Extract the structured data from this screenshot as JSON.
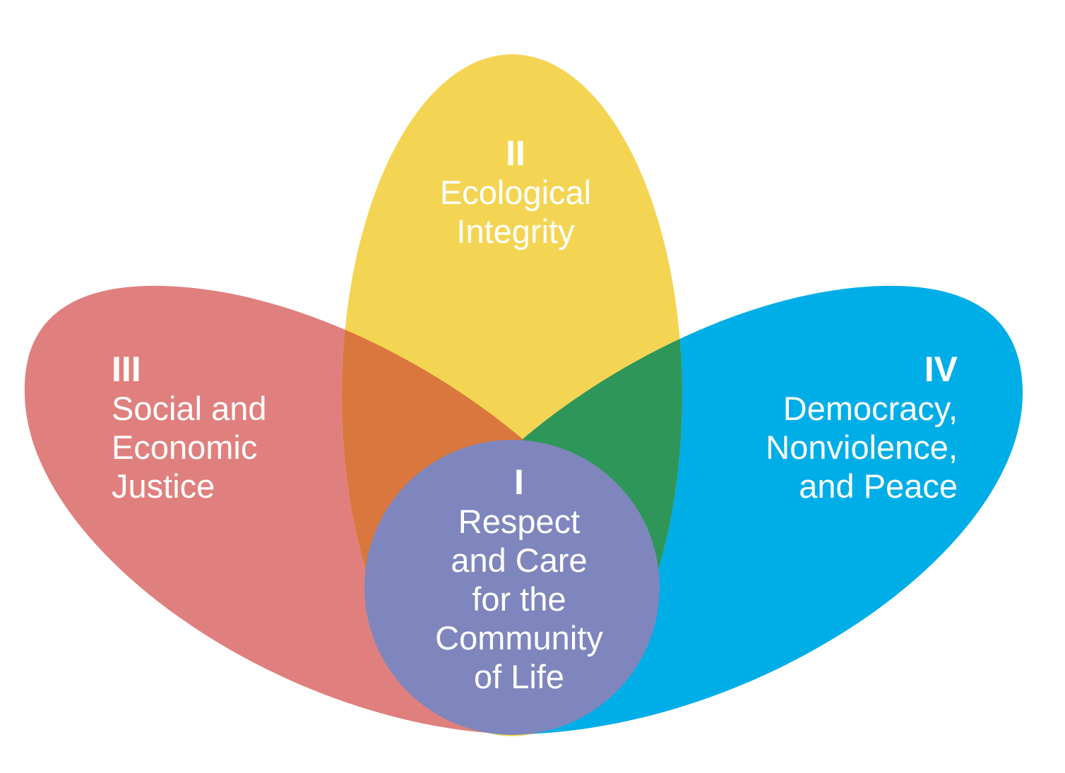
{
  "colors": {
    "social": "#E0807E",
    "ecological": "#F4D553",
    "democracy": "#00AEE7",
    "social_ecological_overlap": "#DA773E",
    "ecological_democracy_overlap": "#2F965A",
    "respect": "#7F86BD",
    "text": "#FFFFFF"
  },
  "petals": {
    "ecological": {
      "numeral": "II",
      "lines": [
        "Ecological",
        "Integrity"
      ]
    },
    "social": {
      "numeral": "III",
      "lines": [
        "Social and",
        "Economic",
        "Justice"
      ]
    },
    "democracy": {
      "numeral": "IV",
      "lines": [
        "Democracy,",
        "Nonviolence,",
        "and Peace"
      ]
    },
    "respect": {
      "numeral": "I",
      "lines": [
        "Respect",
        "and Care",
        "for the",
        "Community",
        "of Life"
      ]
    }
  }
}
